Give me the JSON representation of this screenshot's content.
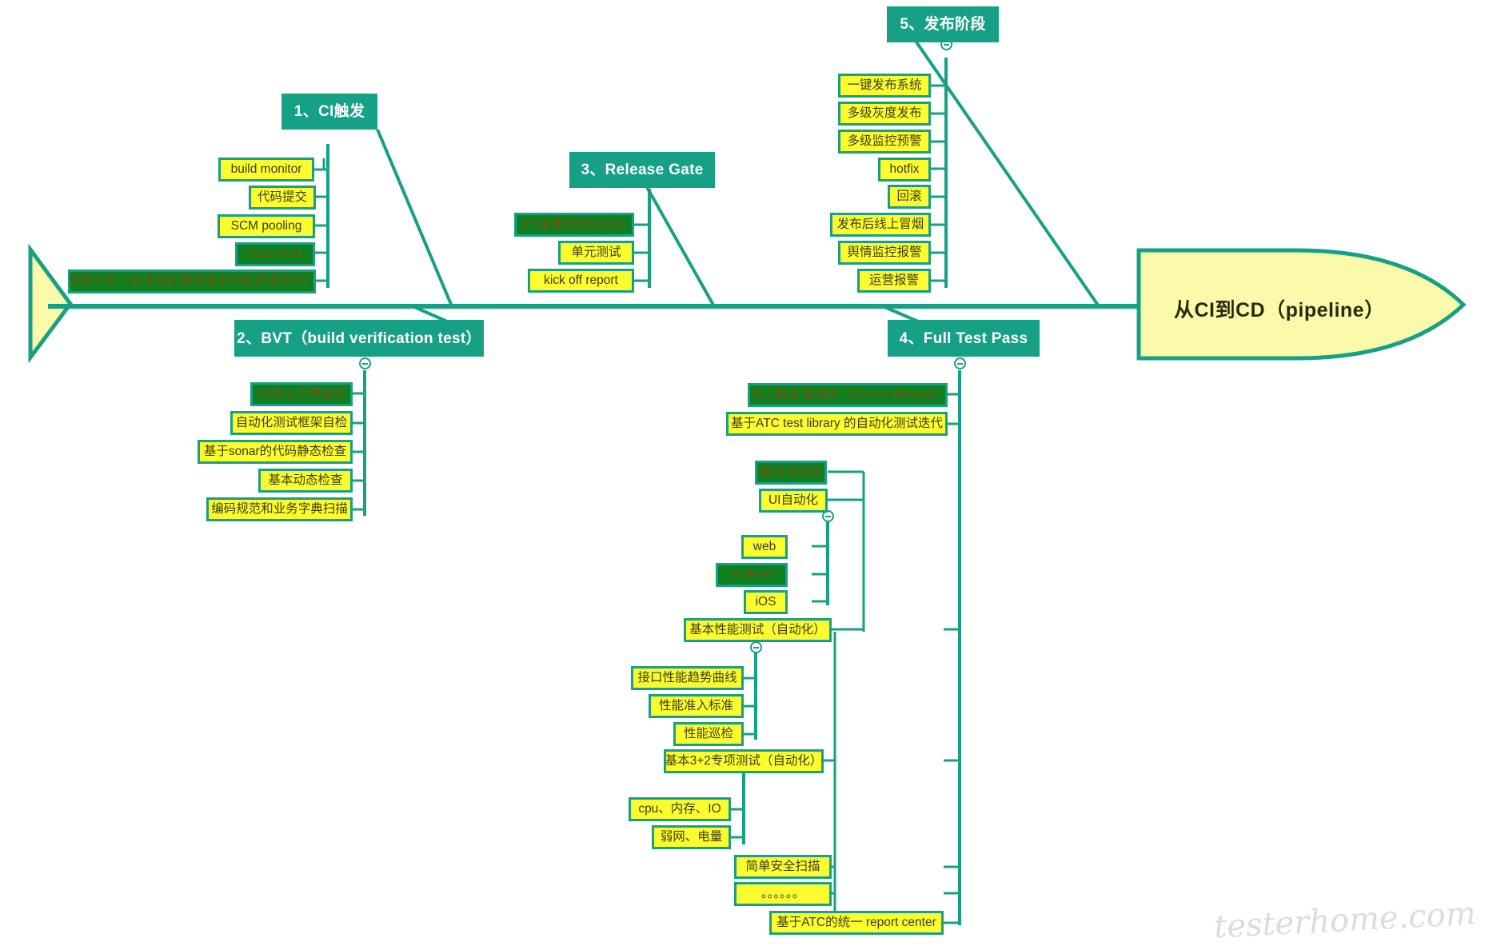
{
  "diagram": {
    "type": "fishbone",
    "head_label": "从CI到CD（pipeline）",
    "watermark": "testerhome.com",
    "colors": {
      "teal": "#16A085",
      "yellow": "#FCFC2F",
      "dark_green": "#0E8020",
      "head_fill": "#FAFAAA",
      "text_dark": "#3d3d12"
    },
    "branches": [
      {
        "id": "ci-trigger",
        "title": "1、CI触发",
        "side": "top",
        "items": [
          {
            "label": "build monitor",
            "style": "yellow"
          },
          {
            "label": "代码提交",
            "style": "yellow"
          },
          {
            "label": "SCM pooling",
            "style": "yellow"
          },
          {
            "label": "daily build",
            "style": "dark-green"
          },
          {
            "label": "监控计划（如现在的渠道版本功能冒烟监控）",
            "style": "dark-green"
          }
        ]
      },
      {
        "id": "bvt",
        "title": "2、BVT（build verification test）",
        "side": "bottom",
        "items": [
          {
            "label": "P0核心场景冒烟",
            "style": "dark-green"
          },
          {
            "label": "自动化测试框架自检",
            "style": "yellow"
          },
          {
            "label": "基于sonar的代码静态检查",
            "style": "yellow"
          },
          {
            "label": "基本动态检查",
            "style": "yellow"
          },
          {
            "label": "编码规范和业务字典扫描",
            "style": "yellow"
          }
        ]
      },
      {
        "id": "release-gate",
        "title": "3、Release Gate",
        "side": "top",
        "items": [
          {
            "label": "P1主要场景自动化",
            "style": "dark-green"
          },
          {
            "label": "单元测试",
            "style": "yellow"
          },
          {
            "label": "kick off report",
            "style": "yellow"
          }
        ]
      },
      {
        "id": "full-test-pass",
        "title": "4、Full Test Pass",
        "side": "bottom",
        "items": [
          {
            "label": "手工探索性测试（test on change）",
            "style": "dark-green"
          },
          {
            "label": "基于ATC test library 的自动化测试迭代",
            "style": "yellow"
          },
          {
            "label": "接口自动化",
            "style": "dark-green"
          },
          {
            "label": "UI自动化",
            "style": "yellow",
            "children": [
              {
                "label": "web",
                "style": "yellow"
              },
              {
                "label": "android",
                "style": "dark-green"
              },
              {
                "label": "iOS",
                "style": "yellow"
              }
            ]
          },
          {
            "label": "基本性能测试（自动化）",
            "style": "yellow",
            "children": [
              {
                "label": "接口性能趋势曲线",
                "style": "yellow"
              },
              {
                "label": "性能准入标准",
                "style": "yellow"
              },
              {
                "label": "性能巡检",
                "style": "yellow"
              }
            ]
          },
          {
            "label": "基本3+2专项测试（自动化）",
            "style": "yellow",
            "children": [
              {
                "label": "cpu、内存、IO",
                "style": "yellow"
              },
              {
                "label": "弱网、电量",
                "style": "yellow"
              }
            ]
          },
          {
            "label": "简单安全扫描",
            "style": "yellow"
          },
          {
            "label": "。。。。。。",
            "style": "yellow"
          },
          {
            "label": "基于ATC的统一 report center",
            "style": "yellow"
          }
        ]
      },
      {
        "id": "release-stage",
        "title": "5、发布阶段",
        "side": "top",
        "items": [
          {
            "label": "一键发布系统",
            "style": "yellow"
          },
          {
            "label": "多级灰度发布",
            "style": "yellow"
          },
          {
            "label": "多级监控预警",
            "style": "yellow"
          },
          {
            "label": "hotfix",
            "style": "yellow"
          },
          {
            "label": "回滚",
            "style": "yellow"
          },
          {
            "label": "发布后线上冒烟",
            "style": "yellow"
          },
          {
            "label": "舆情监控报警",
            "style": "yellow"
          },
          {
            "label": "运营报警",
            "style": "yellow"
          }
        ]
      }
    ]
  }
}
